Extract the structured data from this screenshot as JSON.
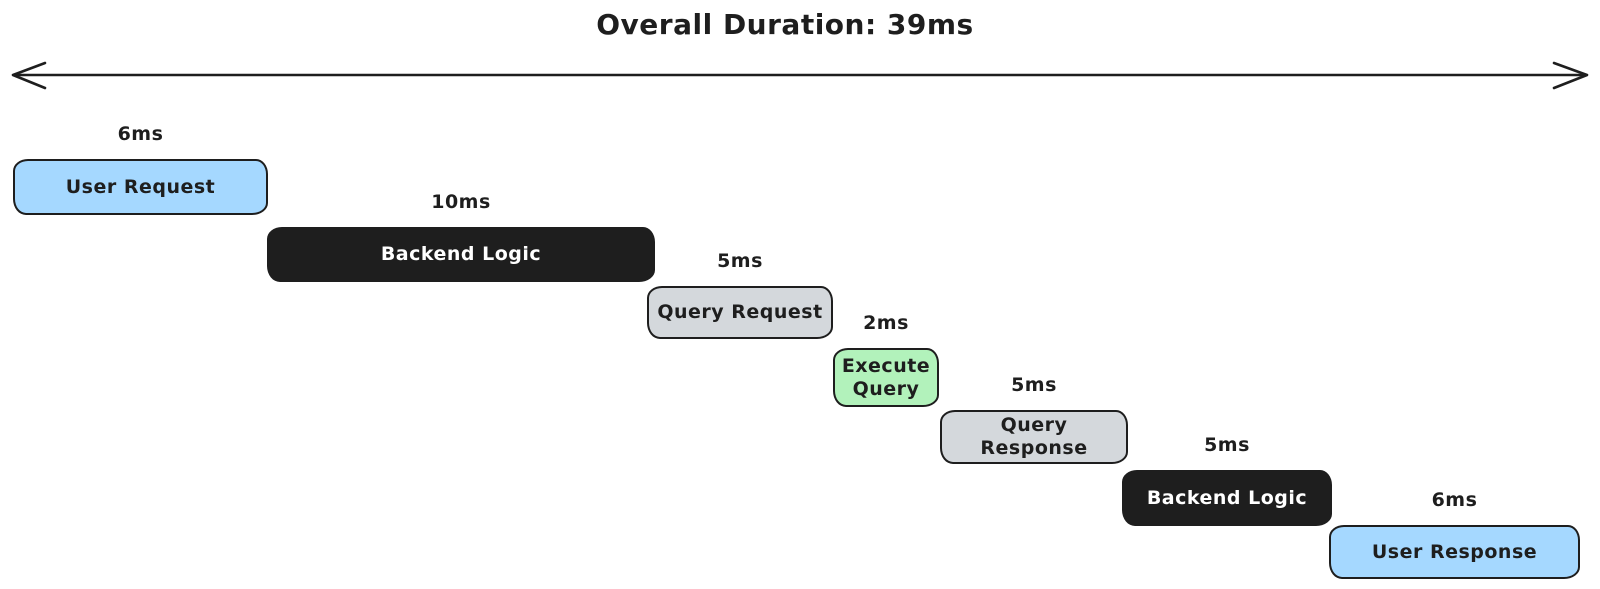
{
  "title": "Overall Duration: 39ms",
  "overall_duration_ms": 39,
  "colors": {
    "background": "#ffffff",
    "stroke": "#1e1e1e",
    "arrow": "#1e1e1e",
    "blue": "#a5d8ff",
    "dark": "#1e1e1e",
    "gray": "#d4d8dc",
    "green": "#b2f2bb",
    "text_dark": "#1e1e1e",
    "text_light": "#ffffff"
  },
  "stages": [
    {
      "label": "User Request",
      "duration": "6ms",
      "duration_ms": 6,
      "fill": "#a5d8ff",
      "text_color": "#1e1e1e"
    },
    {
      "label": "Backend Logic",
      "duration": "10ms",
      "duration_ms": 10,
      "fill": "#1e1e1e",
      "text_color": "#ffffff"
    },
    {
      "label": "Query Request",
      "duration": "5ms",
      "duration_ms": 5,
      "fill": "#d4d8dc",
      "text_color": "#1e1e1e"
    },
    {
      "label": "Execute Query",
      "duration": "2ms",
      "duration_ms": 2,
      "fill": "#b2f2bb",
      "text_color": "#1e1e1e"
    },
    {
      "label": "Query Response",
      "duration": "5ms",
      "duration_ms": 5,
      "fill": "#d4d8dc",
      "text_color": "#1e1e1e"
    },
    {
      "label": "Backend Logic",
      "duration": "5ms",
      "duration_ms": 5,
      "fill": "#1e1e1e",
      "text_color": "#ffffff"
    },
    {
      "label": "User Response",
      "duration": "6ms",
      "duration_ms": 6,
      "fill": "#a5d8ff",
      "text_color": "#1e1e1e"
    }
  ]
}
